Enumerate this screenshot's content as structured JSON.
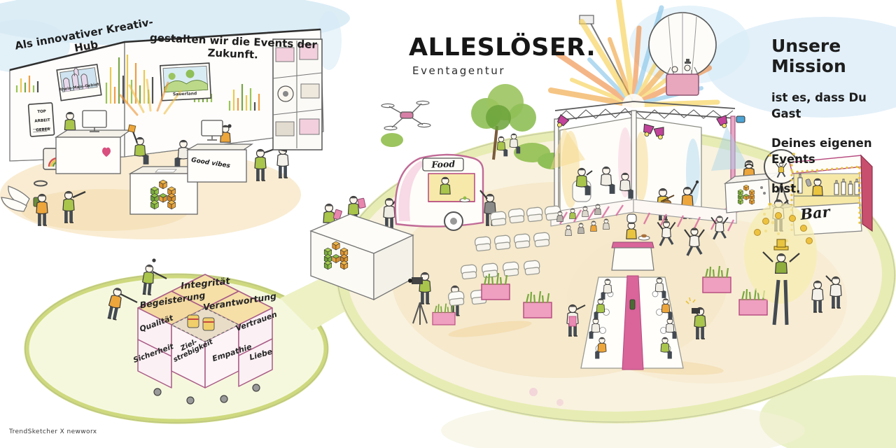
{
  "illustration": {
    "credit": "TrendSketcher X newworx",
    "booth": {
      "banner_left": "Als innovativer Kreativ-Hub",
      "banner_right": "gestalten wir die Events der Zukunft.",
      "poster_left_caption": "Rhein-Main-Gebiet",
      "poster_right_caption": "Sauerland",
      "award_sign_lines": [
        "TOP",
        "ARBEIT",
        "GEBER"
      ],
      "desk_sign": "Good vibes"
    },
    "logo": {
      "title": "ALLESLÖSER.",
      "subtitle": "Eventagentur"
    },
    "mission": {
      "line1": "Unsere Mission",
      "line2": "ist es, dass Du Gast",
      "line3": "Deines eigenen Events",
      "line4": "bist."
    },
    "values": {
      "integritaet": "Integrität",
      "begeisterung": "Begeisterung",
      "verantwortung": "Verantwortung",
      "qualitaet": "Qualität",
      "sicherheit": "Sicherheit",
      "zielstrebigkeit": "Ziel-strebigkeit",
      "empathie": "Empathie",
      "vertrauen": "Vertrauen",
      "liebe": "Liebe"
    },
    "event": {
      "food_truck_sign": "Food",
      "bar_sign": "Bar"
    },
    "colors": {
      "brand_green": "#76b043",
      "brand_orange": "#eda63b",
      "accent_magenta": "#c84f86",
      "sky_blue": "#cfe8f4",
      "meadow_green": "#dce48f",
      "dark_ink": "#2a2a2a"
    }
  }
}
